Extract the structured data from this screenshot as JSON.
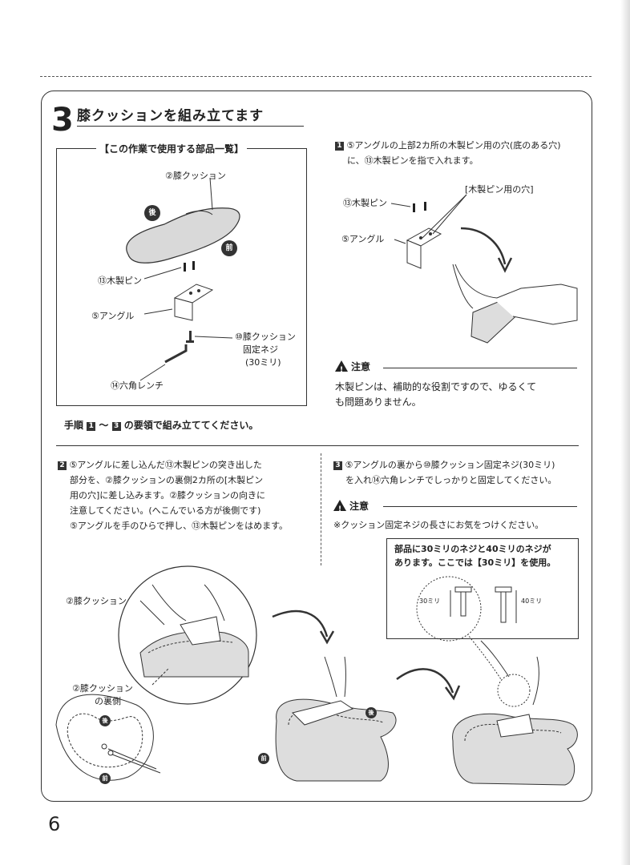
{
  "step": {
    "number": "3",
    "title": "膝クッションを組み立てます"
  },
  "parts": {
    "heading": "【この作業で使用する部品一覧】",
    "cushion": "②膝クッション",
    "back": "後",
    "front": "前",
    "pin": "⑬木製ピン",
    "angle": "⑤アングル",
    "screw_l1": "⑩膝クッション",
    "screw_l2": "固定ネジ",
    "screw_l3": "(30ミリ)",
    "wrench": "⑭六角レンチ"
  },
  "procedure_note": {
    "pre": "手順",
    "n1": "1",
    "tilde": "～",
    "n3": "3",
    "post": "の要領で組み立ててください。"
  },
  "step1": {
    "num": "1",
    "line1": "⑤アングルの上部2カ所の木製ピン用の穴(底のある穴)",
    "line2": "に、⑬木製ピンを指で入れます。",
    "hole_label": "[木製ピン用の穴]",
    "pin_label": "⑬木製ピン",
    "angle_label": "⑤アングル",
    "caution_label": "注意",
    "caution_l1": "木製ピンは、補助的な役割ですので、ゆるくて",
    "caution_l2": "も問題ありません。"
  },
  "step2": {
    "num": "2",
    "line1": "⑤アングルに差し込んだ⑬木製ピンの突き出した",
    "line2": "部分を、②膝クッションの裏側2カ所の[木製ピン",
    "line3": "用の穴]に差し込みます。②膝クッションの向きに",
    "line4": "注意してください。(へこんでいる方が後側です)",
    "line5": "⑤アングルを手のひらで押し、⑬木製ピンをはめます。",
    "cushion_label": "②膝クッション",
    "back_side_l1": "②膝クッション",
    "back_side_l2": "の裏側",
    "back": "後",
    "front": "前"
  },
  "step3": {
    "num": "3",
    "line1": "⑤アングルの裏から⑩膝クッション固定ネジ(30ミリ)",
    "line2": "を入れ⑭六角レンチでしっかりと固定してください。",
    "caution_label": "注意",
    "caution_text": "※クッション固定ネジの長さにお気をつけください。",
    "box_l1": "部品に30ミリのネジと40ミリのネジが",
    "box_l2": "あります。ここでは【30ミリ】を使用。",
    "mm30": "30ミリ",
    "mm40": "40ミリ"
  },
  "page_number": "6"
}
